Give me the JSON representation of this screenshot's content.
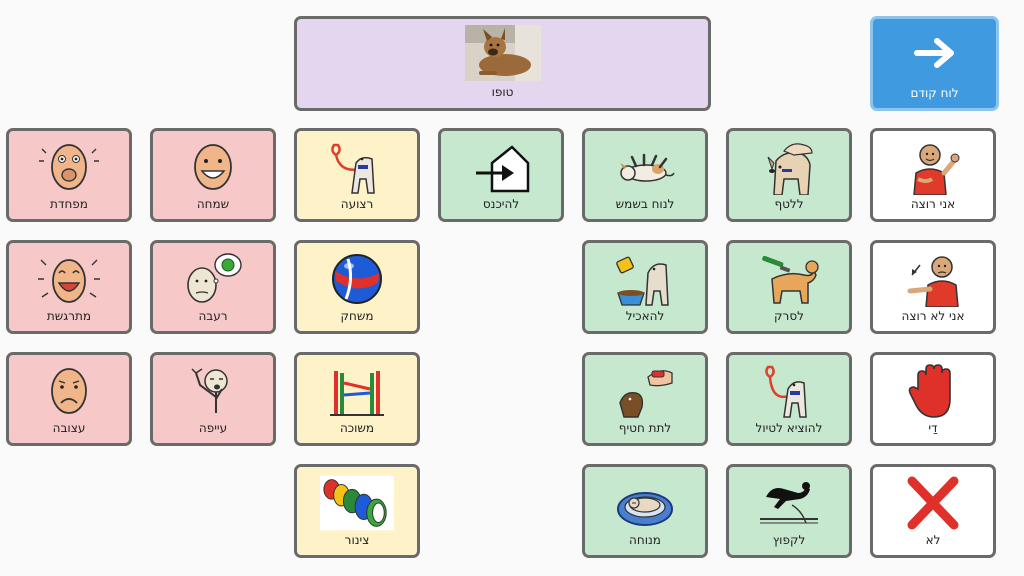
{
  "header": {
    "title": "טופו",
    "back_label": "לוח קודם"
  },
  "tiles": {
    "want": "אני רוצה",
    "pet": "ללטף",
    "sunbathe": "לנוח בשמש",
    "enter": "להיכנס",
    "leash": "רצועה",
    "happy": "שמחה",
    "scared": "מפחדת",
    "dont_want": "אני לא רוצה",
    "brush": "לסרק",
    "feed": "להאכיל",
    "play": "משחק",
    "hungry": "רעבה",
    "excited": "מתרגשת",
    "enough": "דַי",
    "walk": "להוציא לטיול",
    "treat": "לתת חטיף",
    "hurdle": "משוכה",
    "tired": "עייפה",
    "sad": "עצובה",
    "no": "לא",
    "jump": "לקפוץ",
    "rest": "מנוחה",
    "tunnel": "צינור"
  },
  "colors": {
    "core": "#ffffff",
    "verbs": "#c6e8cf",
    "objects": "#fdf2c8",
    "feelings": "#f7c8c8",
    "header": "#e3d6ee",
    "back": "#3f9ae0"
  },
  "icons": {
    "want": "person-raising-hand-icon",
    "pet": "hand-petting-dog-icon",
    "sunbathe": "dog-lying-on-back-icon",
    "enter": "enter-house-icon",
    "leash": "dog-leash-icon",
    "happy": "happy-face-icon",
    "scared": "scared-face-icon",
    "dont_want": "person-refusing-icon",
    "brush": "brushing-dog-icon",
    "feed": "feeding-dog-icon",
    "play": "ball-icon",
    "hungry": "hungry-face-icon",
    "excited": "excited-face-icon",
    "enough": "stop-hand-icon",
    "walk": "walking-dog-icon",
    "treat": "giving-treat-icon",
    "hurdle": "hurdle-icon",
    "tired": "tired-person-icon",
    "sad": "sad-face-icon",
    "no": "red-x-icon",
    "jump": "jumping-dog-icon",
    "rest": "dog-in-bed-icon",
    "tunnel": "tunnel-icon",
    "back": "arrow-right-icon"
  }
}
